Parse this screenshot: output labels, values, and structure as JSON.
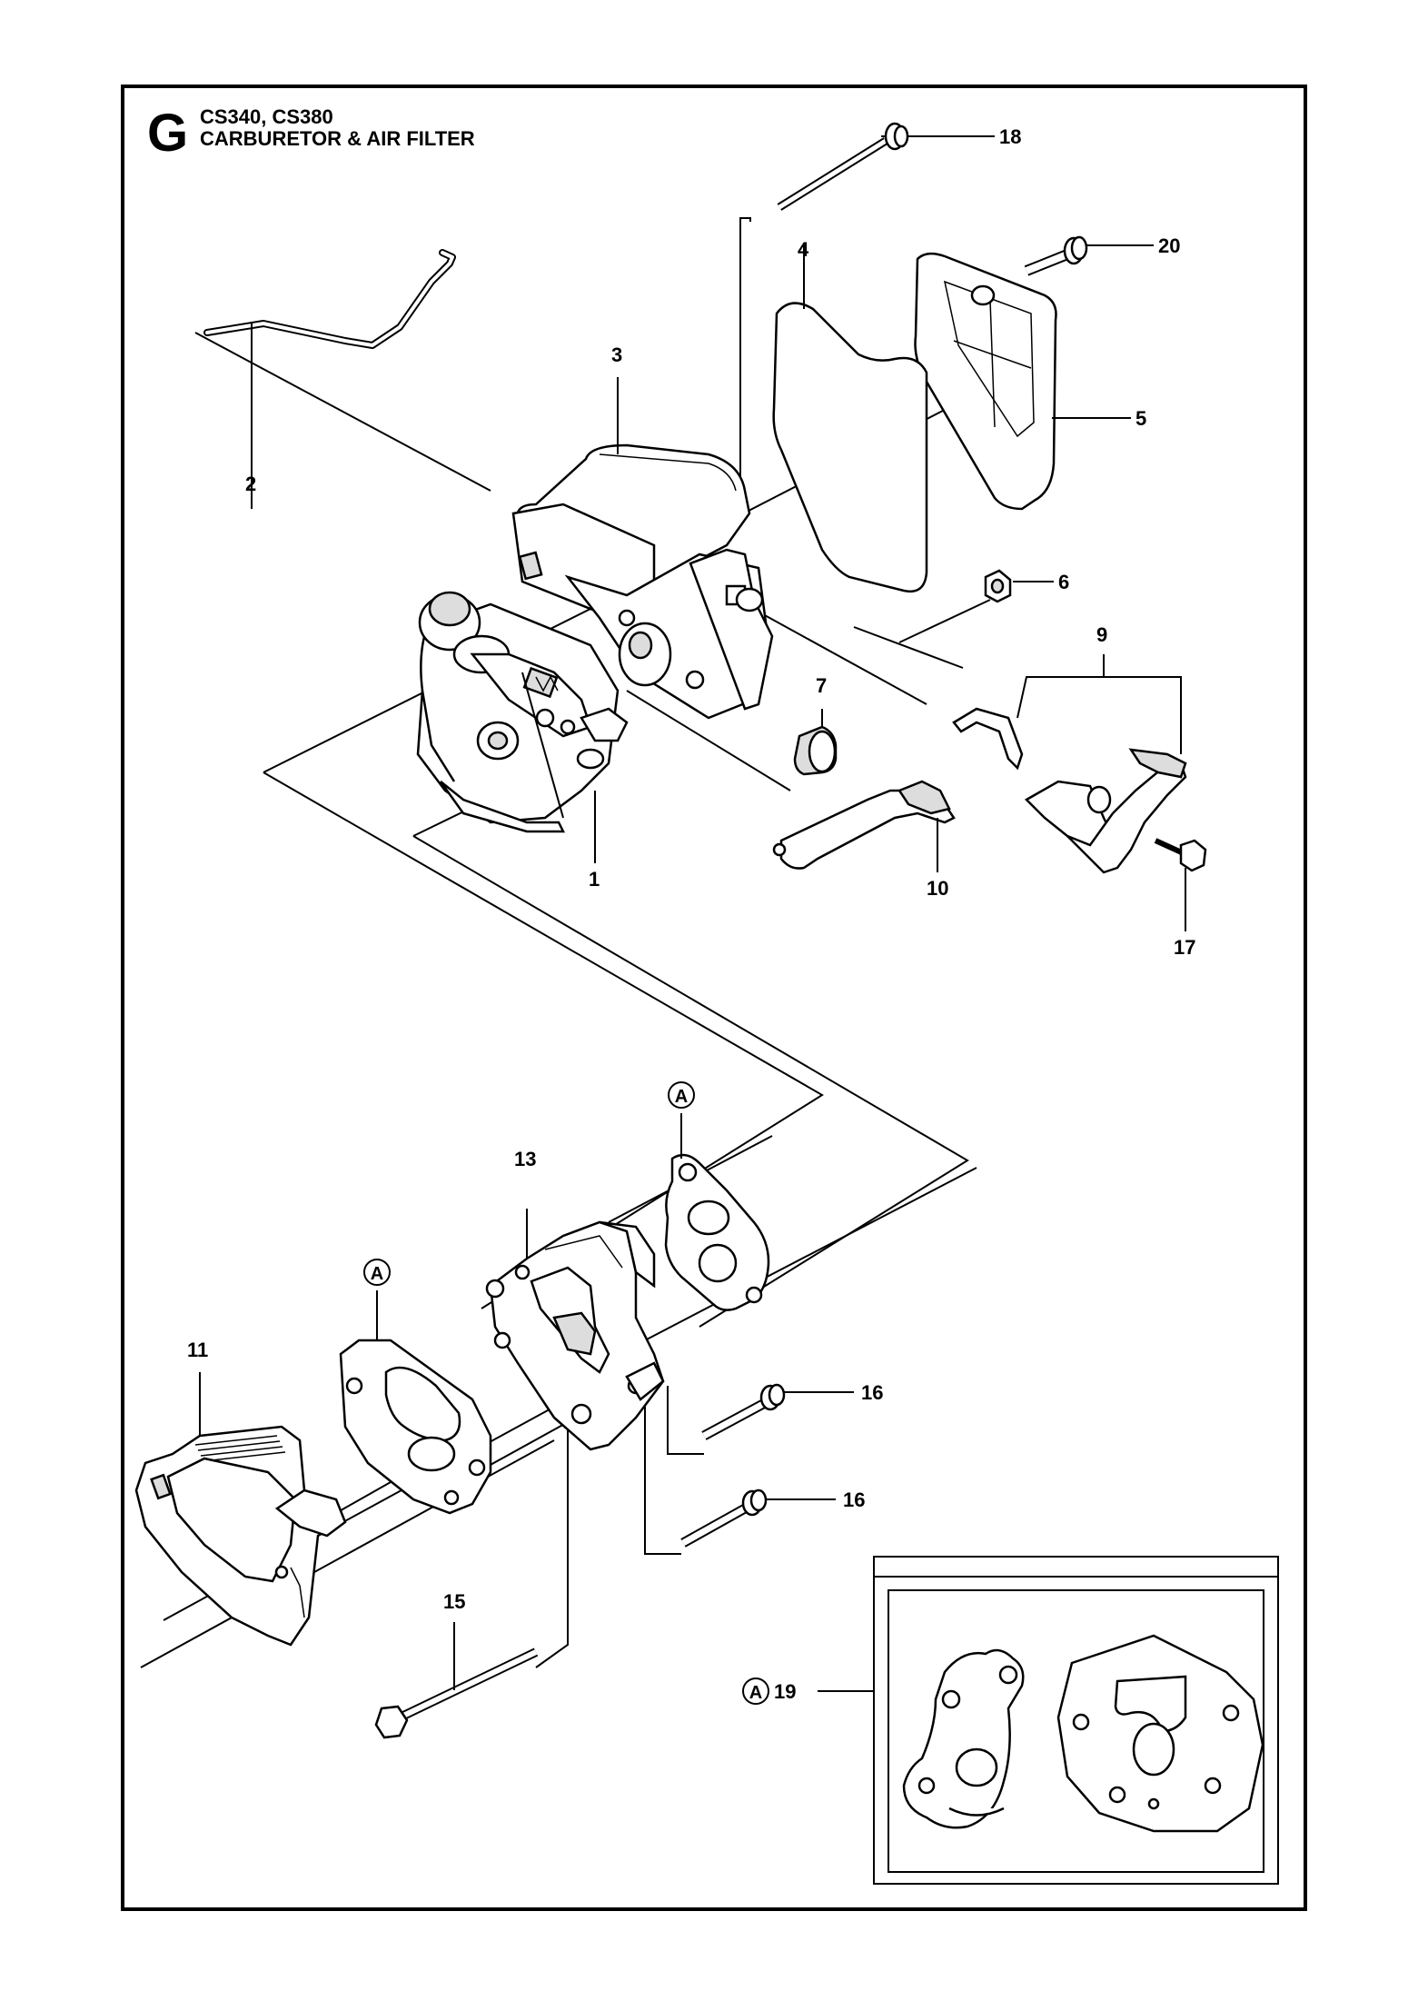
{
  "header": {
    "section_letter": "G",
    "models": "CS340, CS380",
    "title": "CARBURETOR & AIR FILTER"
  },
  "callouts": {
    "p1": "1",
    "p2": "2",
    "p3": "3",
    "p4": "4",
    "p5": "5",
    "p6": "6",
    "p7": "7",
    "p9": "9",
    "p10": "10",
    "p11": "11",
    "p13": "13",
    "p15": "15",
    "p16a": "16",
    "p16b": "16",
    "p17": "17",
    "p18": "18",
    "p19": "19",
    "p20": "20"
  },
  "ref_markers": {
    "a1": "A",
    "a2": "A",
    "a3": "A"
  }
}
